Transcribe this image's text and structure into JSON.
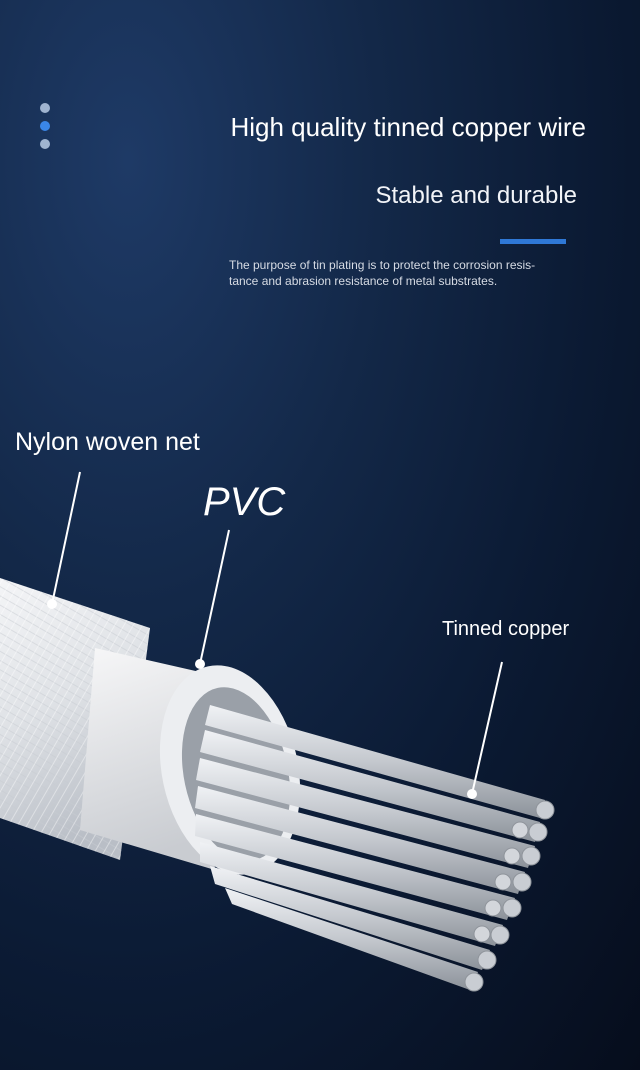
{
  "headline": "High quality tinned copper wire",
  "subheadline": "Stable and durable",
  "description": "The purpose of tin plating is to protect the corrosion resis-\ntance and abrasion resistance of metal substrates.",
  "labels": {
    "nylon": "Nylon woven net",
    "pvc": "PVC",
    "tinned": "Tinned copper"
  },
  "colors": {
    "accent": "#2f78d6",
    "dot_muted": "#9fb4d0",
    "dot_active": "#3a86e8"
  }
}
